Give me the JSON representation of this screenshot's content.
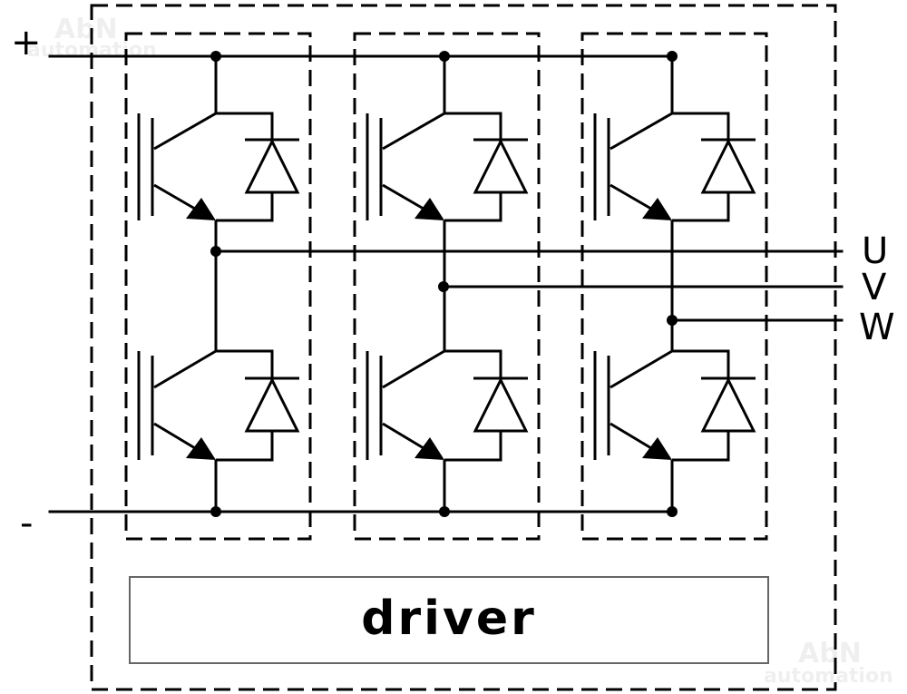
{
  "rails": {
    "positive": "+",
    "negative": "-"
  },
  "phases": [
    {
      "label": "U"
    },
    {
      "label": "V"
    },
    {
      "label": "W"
    }
  ],
  "driver": {
    "label": "driver"
  },
  "watermark": {
    "brand": "AbN",
    "sub": "automation"
  },
  "colors": {
    "line": "#000000",
    "background": "#ffffff",
    "driver_border": "#666666"
  }
}
